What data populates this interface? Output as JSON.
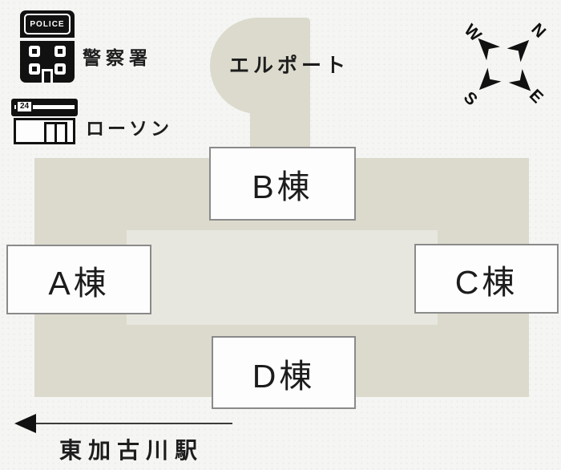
{
  "map": {
    "landmarks": {
      "police": {
        "label": "警察署",
        "banner": "POLICE"
      },
      "lawson": {
        "label": "ローソン",
        "badge": "24"
      }
    },
    "elport": {
      "label": "エルポート"
    },
    "buildings": {
      "a": {
        "label": "A棟"
      },
      "b": {
        "label": "B棟"
      },
      "c": {
        "label": "C棟"
      },
      "d": {
        "label": "D棟"
      }
    },
    "compass": {
      "north": "N",
      "east": "E",
      "south": "S",
      "west": "W"
    },
    "station": {
      "label": "東加古川駅"
    },
    "colors": {
      "background": "#f5f5f3",
      "building_fill": "#dbdacd",
      "courtyard_fill": "#e8e7df",
      "ink": "#1d1d1d",
      "label_box_border": "#8a8a8a",
      "label_box_fill": "#fdfdfd"
    }
  }
}
